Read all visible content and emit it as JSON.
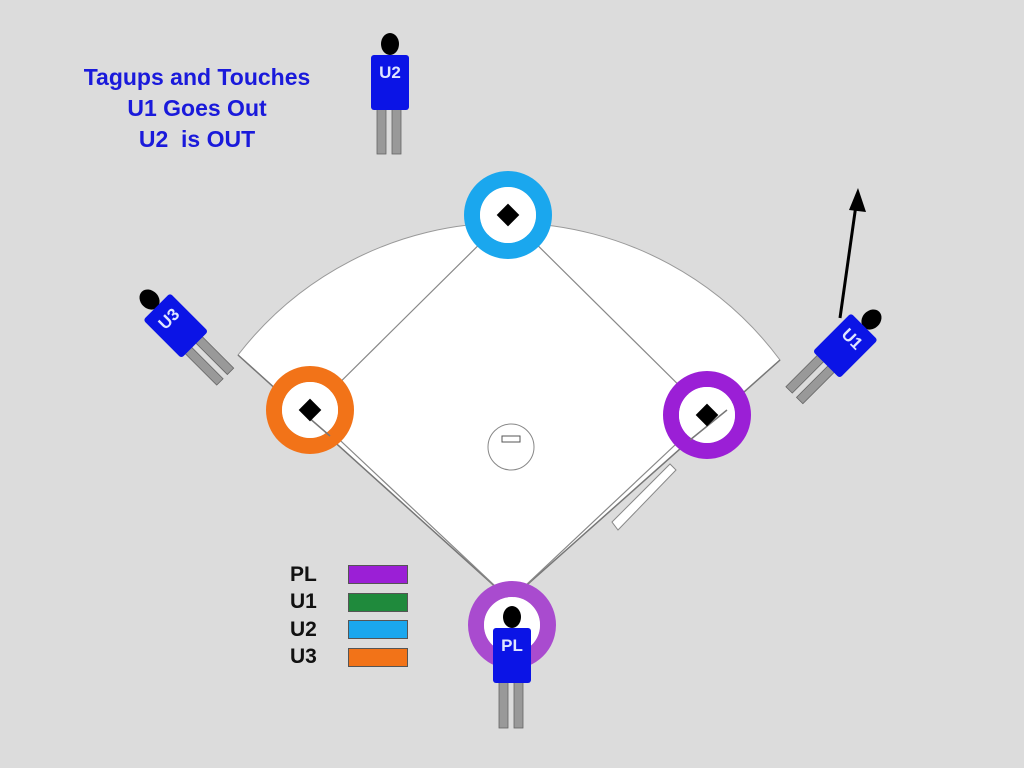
{
  "title_lines": [
    "Tagups and Touches",
    "U1 Goes Out",
    "U2  is OUT"
  ],
  "umpires": {
    "u1": {
      "label": "U1"
    },
    "u2": {
      "label": "U2"
    },
    "u3": {
      "label": "U3"
    },
    "pl": {
      "label": "PL"
    }
  },
  "legend": [
    {
      "label": "PL",
      "color": "#9b1fd6"
    },
    {
      "label": "U1",
      "color": "#1f8a3c"
    },
    {
      "label": "U2",
      "color": "#1aa7ee"
    },
    {
      "label": "U3",
      "color": "#f27318"
    }
  ],
  "colors": {
    "umpire_shirt": "#0b14e6",
    "second_ring": "#1aa7ee",
    "third_ring": "#f27318",
    "first_ring": "#9b1fd6",
    "home_ring": "#a94bcf",
    "field": "#ffffff",
    "legs": "#9a9a9a"
  }
}
